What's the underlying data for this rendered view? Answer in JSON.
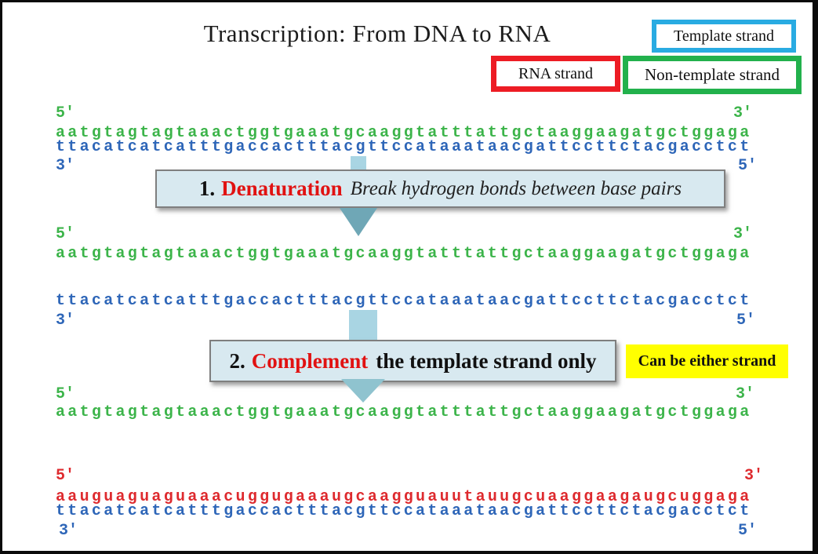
{
  "title": "Transcription: From DNA to RNA",
  "legend": {
    "template_strand": "Template strand",
    "rna_strand": "RNA strand",
    "non_template_strand": "Non-template strand"
  },
  "prime_labels": {
    "five": "5'",
    "three": "3'"
  },
  "sequences": {
    "non_template_dna": "aatgtagtagtaaactggtgaaatgcaaggtatttattgctaaggaagatgctggaga",
    "template_dna": "ttacatcatcatttgaccactttacgttccataaataacgattccttctacgacctct",
    "rna": "aauguaguaguaaacuggugaaaugcaagguauutauugcuaaggaagaugcuggaga"
  },
  "steps": {
    "step1": {
      "number": "1.",
      "keyword": "Denaturation",
      "description": "Break hydrogen bonds between base pairs"
    },
    "step2": {
      "number": "2.",
      "keyword": "Complement",
      "rest": "the template strand only"
    },
    "side_note": "Can be either strand"
  },
  "colors": {
    "non_template_green": "#3cb44a",
    "template_blue": "#2e66b8",
    "rna_red": "#de2a2e",
    "legend_template_border": "#29abe2",
    "legend_rna_border": "#ed1c24",
    "legend_non_template_border": "#22b14c",
    "step_box_bg": "#d8e9f0",
    "note_bg": "#ffff00",
    "arrow": "#a9d5e3"
  }
}
